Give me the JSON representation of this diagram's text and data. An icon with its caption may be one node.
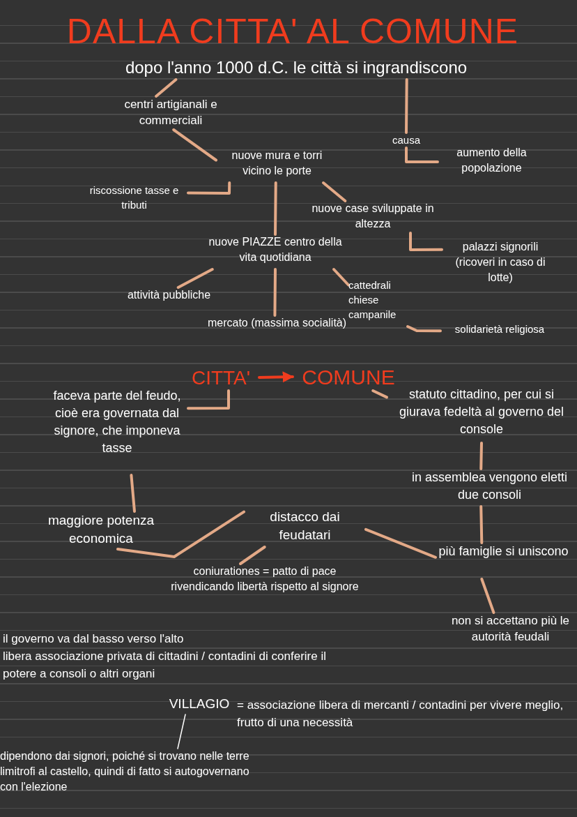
{
  "diagram": {
    "title": "DALLA CITTA' AL COMUNE",
    "nodes": [
      {
        "text": [
          "dopo l'anno 1000 d.C. le città si ingrandiscono"
        ]
      },
      {
        "text": [
          "centri artigianali e commerciali"
        ]
      },
      {
        "text": [
          "causa"
        ]
      },
      {
        "text": [
          "aumento della popolazione"
        ]
      },
      {
        "text": [
          "nuove mura e torri vicino le porte"
        ]
      },
      {
        "text": [
          "riscossione tasse e tributi"
        ]
      },
      {
        "text": [
          "nuove case sviluppate in altezza"
        ]
      },
      {
        "text": [
          "nuove PIAZZE centro della vita quotidiana"
        ]
      },
      {
        "text": [
          "palazzi signorili (ricoveri in caso di lotte)"
        ]
      },
      {
        "text": [
          "attività pubbliche"
        ]
      },
      {
        "text": [
          "cattedrali chiese campanile"
        ]
      },
      {
        "text": [
          "mercato (massima socialità)"
        ]
      },
      {
        "text": [
          "solidarietà religiosa"
        ]
      },
      {
        "text": [
          "CITTA'"
        ]
      },
      {
        "text": [
          "COMUNE"
        ]
      },
      {
        "text": [
          "faceva parte del feudo, cioè era governata dal signore, che imponeva tasse"
        ]
      },
      {
        "text": [
          "statuto cittadino, per cui si giurava fedeltà al governo del console"
        ]
      },
      {
        "text": [
          "in assemblea vengono eletti due consoli"
        ]
      },
      {
        "text": [
          "maggiore potenza economica"
        ]
      },
      {
        "text": [
          "distacco dai feudatari"
        ]
      },
      {
        "text": [
          "più famiglie si uniscono"
        ]
      },
      {
        "text": [
          "coniurationes = patto di pace rivendicando libertà rispetto al signore"
        ]
      },
      {
        "text": [
          "non si accettano più le autorità feudali"
        ]
      },
      {
        "text": [
          "VILLAGIO"
        ],
        "beside": [
          "= associazione libera di mercanti / contadini per vivere meglio, frutto di una necessità"
        ]
      },
      {
        "text": [
          "dipendono dai signori, poiché si trovano nelle terre limitrofi al castello, quindi di fatto si autogovernano con l'elezione"
        ]
      }
    ],
    "edges": [
      {
        "from": 0,
        "to": 1,
        "arrow": "none"
      },
      {
        "from": 0,
        "to": 2,
        "arrow": "none"
      },
      {
        "from": 2,
        "to": 3,
        "arrow": "none"
      },
      {
        "from": 1,
        "to": 4,
        "arrow": "none"
      },
      {
        "from": 4,
        "to": 5,
        "arrow": "none"
      },
      {
        "from": 4,
        "to": 7,
        "arrow": "none"
      },
      {
        "from": 4,
        "to": 6,
        "arrow": "none"
      },
      {
        "from": 6,
        "to": 8,
        "arrow": "none"
      },
      {
        "from": 7,
        "to": 9,
        "arrow": "none"
      },
      {
        "from": 7,
        "to": 11,
        "arrow": "none"
      },
      {
        "from": 7,
        "to": 10,
        "arrow": "none"
      },
      {
        "from": 10,
        "to": 12,
        "arrow": "none"
      },
      {
        "from": 13,
        "to": 14,
        "arrow": "to",
        "color": "#f03c1e"
      },
      {
        "from": 13,
        "to": 15,
        "arrow": "none"
      },
      {
        "from": 14,
        "to": 16,
        "arrow": "none"
      },
      {
        "from": 16,
        "to": 17,
        "arrow": "none"
      },
      {
        "from": 15,
        "to": 18,
        "arrow": "none"
      },
      {
        "from": 18,
        "to": 19,
        "arrow": "none"
      },
      {
        "from": 19,
        "to": 21,
        "arrow": "none"
      },
      {
        "from": 19,
        "to": 20,
        "arrow": "none"
      },
      {
        "from": 17,
        "to": 20,
        "arrow": "none"
      },
      {
        "from": 20,
        "to": 22,
        "arrow": "none"
      },
      {
        "from": 23,
        "to": 24,
        "arrow": "none",
        "color": "#ffffff"
      }
    ],
    "labels": [
      "il governo va dal basso verso l'alto",
      "libera associazione privata di cittadini / contadini di conferire il potere a consoli o altri organi"
    ]
  }
}
